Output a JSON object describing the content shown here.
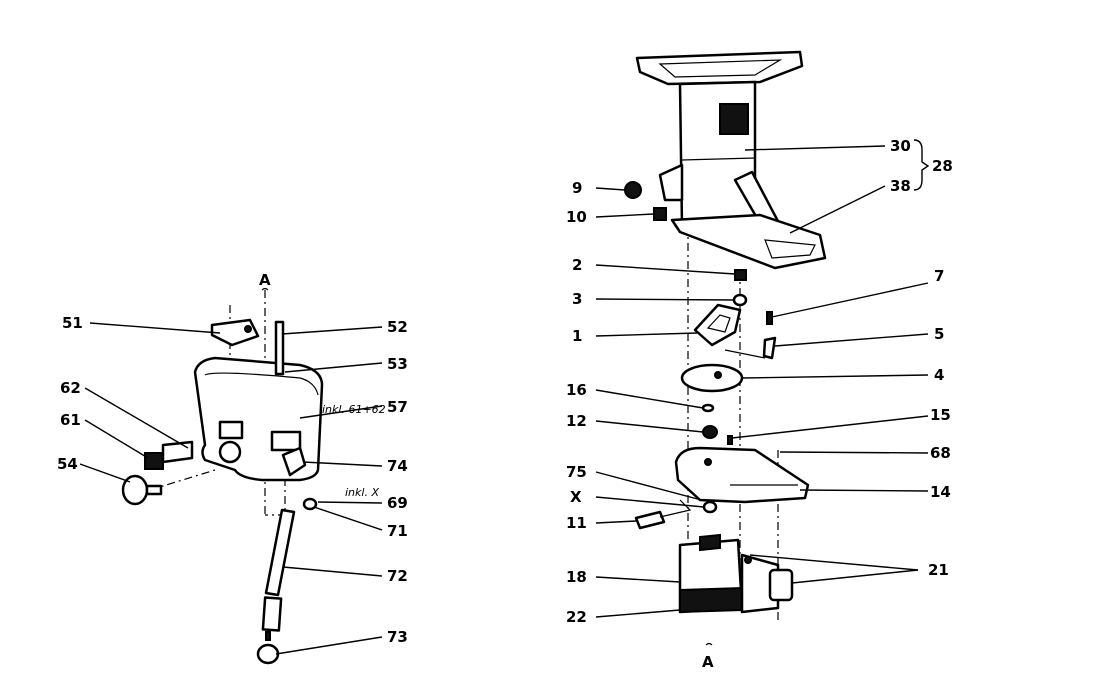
{
  "labels_left": {
    "a_top": "A",
    "p51": "51",
    "p52": "52",
    "p53": "53",
    "p57": "57",
    "p57_note": "inkl. 61+62",
    "p62": "62",
    "p61": "61",
    "p54": "54",
    "p74": "74",
    "p69": "69",
    "p69_note": "inkl. X",
    "p71": "71",
    "p72": "72",
    "p73": "73"
  },
  "labels_right": {
    "p30": "30",
    "p28": "28",
    "p38": "38",
    "p9": "9",
    "p10": "10",
    "p2": "2",
    "p7": "7",
    "p3": "3",
    "p1": "1",
    "p5": "5",
    "p4": "4",
    "p16": "16",
    "p15": "15",
    "p12": "12",
    "p68": "68",
    "p75": "75",
    "p14": "14",
    "px": "X",
    "p11": "11",
    "p18": "18",
    "p21": "21",
    "p22": "22",
    "a_bottom": "A"
  }
}
